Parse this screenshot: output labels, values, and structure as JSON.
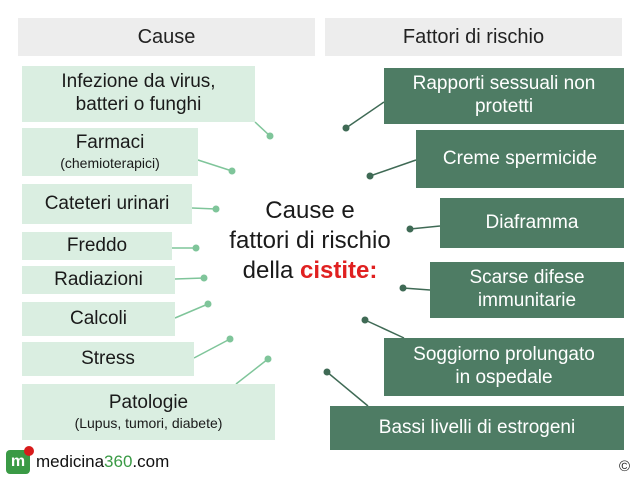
{
  "headers": {
    "left": "Cause",
    "right": "Fattori di rischio"
  },
  "causes": [
    {
      "label": "Infezione da virus,",
      "label2": "batteri o funghi"
    },
    {
      "label": "Farmaci",
      "sub": "(chemioterapici)"
    },
    {
      "label": "Cateteri urinari"
    },
    {
      "label": "Freddo"
    },
    {
      "label": "Radiazioni"
    },
    {
      "label": "Calcoli"
    },
    {
      "label": "Stress"
    },
    {
      "label": "Patologie",
      "sub": "(Lupus, tumori, diabete)"
    }
  ],
  "risks": [
    {
      "label": "Rapporti sessuali non",
      "label2": "protetti"
    },
    {
      "label": "Creme spermicide"
    },
    {
      "label": "Diaframma"
    },
    {
      "label": "Scarse difese",
      "label2": "immunitarie"
    },
    {
      "label": "Soggiorno prolungato",
      "label2": "in ospedale"
    },
    {
      "label": "Bassi livelli di estrogeni"
    }
  ],
  "center": {
    "line1": "Cause e",
    "line2": "fattori di rischio",
    "line3_prefix": "della ",
    "line3_highlight": "cistite:"
  },
  "logo": {
    "text_a": "medicina",
    "text_b": "360",
    "text_c": ".com",
    "mark": "m"
  },
  "copyright": "©",
  "colors": {
    "cause_fill": "#daeee1",
    "cause_dot": "#7fc59a",
    "risk_fill": "#4e7c64",
    "risk_dot": "#3f6a55",
    "highlight": "#e02020",
    "header_fill": "#ededed"
  }
}
